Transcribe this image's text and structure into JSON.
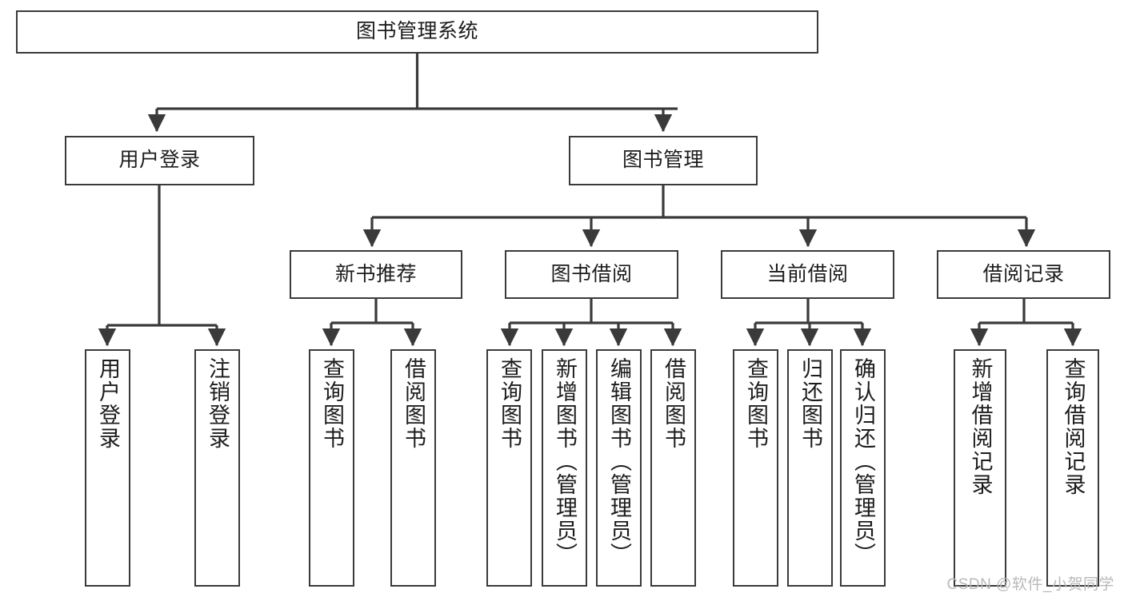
{
  "diagram": {
    "title": "图书管理系统",
    "watermark": "CSDN @软件_小贺同学",
    "line_color": "#3a3a3a",
    "box_fill": "#ffffff",
    "text_color": "#1c1c1c",
    "levels": {
      "root": {
        "label": "图书管理系统"
      },
      "level2": [
        {
          "label": "用户登录"
        },
        {
          "label": "图书管理"
        }
      ],
      "level3": [
        {
          "label": "新书推荐"
        },
        {
          "label": "图书借阅"
        },
        {
          "label": "当前借阅"
        },
        {
          "label": "借阅记录"
        }
      ],
      "leaves": {
        "user_login": [
          {
            "label": "用户登录"
          },
          {
            "label": "注销登录"
          }
        ],
        "new_book": [
          {
            "label": "查询图书"
          },
          {
            "label": "借阅图书"
          }
        ],
        "book_borrow": [
          {
            "label": "查询图书"
          },
          {
            "label": "新增图书（管理员）"
          },
          {
            "label": "编辑图书（管理员）"
          },
          {
            "label": "借阅图书"
          }
        ],
        "current_borrow": [
          {
            "label": "查询图书"
          },
          {
            "label": "归还图书"
          },
          {
            "label": "确认归还（管理员）"
          }
        ],
        "borrow_record": [
          {
            "label": "新增借阅记录"
          },
          {
            "label": "查询借阅记录"
          }
        ]
      }
    }
  }
}
